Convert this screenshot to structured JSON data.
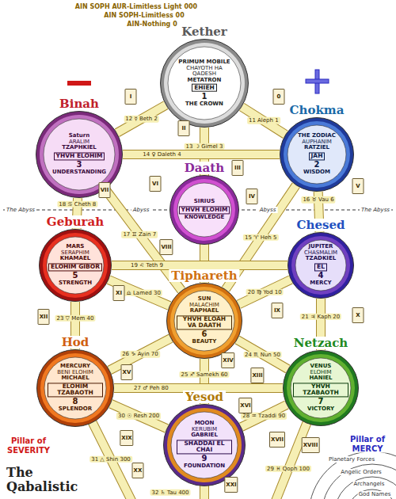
{
  "diagram": {
    "title": "The Qabalistic",
    "nodes": [
      {
        "text": [
          "Kether",
          "PRIMUM MOBILE",
          "CHAYOTH HA QADESH",
          "METATRON",
          "EHIEH",
          "1",
          "THE CROWN"
        ]
      },
      {
        "text": [
          "Binah",
          "Saturn",
          "ARALIM",
          "TZAPHKIEL",
          "YHVH ELOHIM",
          "3",
          "UNDERSTANDING"
        ]
      },
      {
        "text": [
          "Chokma",
          "THE ZODIAC",
          "AUPHANIM",
          "RATZIEL",
          "JAH",
          "2",
          "WISDOM"
        ]
      },
      {
        "text": [
          "Daath",
          "SIRIUS",
          "YHVH ELOHIM",
          "KNOWLEDGE"
        ]
      },
      {
        "text": [
          "Geburah",
          "MARS",
          "SERAPHIM",
          "KHAMAEL",
          "ELOHIM GIBOR",
          "5",
          "STRENGTH"
        ]
      },
      {
        "text": [
          "Chesed",
          "JUPITER",
          "CHASMALIM",
          "TZADKIEL",
          "EL",
          "4",
          "MERCY"
        ]
      },
      {
        "text": [
          "Tiphareth",
          "SUN",
          "MALACHIM",
          "RAPHAEL",
          "YHVH ELOAH VA DAATH",
          "6",
          "BEAUTY"
        ]
      },
      {
        "text": [
          "Hod",
          "MERCURY",
          "BENI ELOHIM",
          "MICHAEL",
          "ELOHIM TZABAOTH",
          "8",
          "SPLENDOR"
        ]
      },
      {
        "text": [
          "Netzach",
          "VENUS",
          "ELOHIM",
          "HANIEL",
          "YHVH TZABAOTH",
          "7",
          "VICTORY"
        ]
      },
      {
        "text": [
          "Yesod",
          "MOON",
          "KERUBIM",
          "GABRIEL",
          "SHADDAI EL CHAI",
          "9",
          "FOUNDATION"
        ]
      }
    ],
    "edges": [
      {
        "from": 0,
        "to": 2,
        "arrow": "none",
        "label": "11 Aleph 1"
      },
      {
        "from": 0,
        "to": 1,
        "arrow": "none",
        "label": "12 ☿ Beth 2"
      },
      {
        "from": 0,
        "to": 6,
        "arrow": "none",
        "label": "13 ☽ Gimel 3"
      },
      {
        "from": 1,
        "to": 2,
        "arrow": "none",
        "label": "14 ♀ Daleth 4"
      },
      {
        "from": 2,
        "to": 6,
        "arrow": "none",
        "label": "15 ♈ Heh 5"
      },
      {
        "from": 2,
        "to": 5,
        "arrow": "none",
        "label": "16 ♉ Vau 6"
      },
      {
        "from": 1,
        "to": 6,
        "arrow": "none",
        "label": "17 ♊ Zain 7"
      },
      {
        "from": 1,
        "to": 4,
        "arrow": "none",
        "label": "18 ♋ Cheth 8"
      },
      {
        "from": 4,
        "to": 5,
        "arrow": "none",
        "label": "19 ♌ Teth 9"
      },
      {
        "from": 5,
        "to": 6,
        "arrow": "none",
        "label": "20 ♍ Yod 10"
      },
      {
        "from": 5,
        "to": 8,
        "arrow": "none",
        "label": "21 ♃ Kaph 20"
      },
      {
        "from": 4,
        "to": 6,
        "arrow": "none",
        "label": "22 ♎ Lamed 30"
      },
      {
        "from": 4,
        "to": 7,
        "arrow": "none",
        "label": "23 ▽ Mem 40"
      },
      {
        "from": 6,
        "to": 8,
        "arrow": "none",
        "label": "24 ♏ Nun 50"
      },
      {
        "from": 6,
        "to": 9,
        "arrow": "none",
        "label": "25 ♐ Samekh 60"
      },
      {
        "from": 6,
        "to": 7,
        "arrow": "none",
        "label": "26 ♑ Ayin 70"
      },
      {
        "from": 7,
        "to": 8,
        "arrow": "none",
        "label": "27 ♂ Peh 80"
      },
      {
        "from": 8,
        "to": 9,
        "arrow": "none",
        "label": "28 ♒ Tzaddi 90"
      },
      {
        "from": 7,
        "to": 9,
        "arrow": "none",
        "label": "30 ☉ Resh 200"
      }
    ],
    "labels": [
      "AIN SOPH AUR-Limitless Light 000",
      "AIN SOPH-Limitless 00",
      "AIN-Nothing 0",
      "The Abyss",
      "Abyss",
      "Abyss",
      "The Abyss",
      "0",
      "I",
      "II",
      "III",
      "IV",
      "V",
      "VI",
      "VII",
      "VIII",
      "IX",
      "X",
      "XI",
      "XII",
      "XIII",
      "XIV",
      "XV",
      "XVI",
      "XVII",
      "XVIII",
      "XIX",
      "XX",
      "XXI",
      "29 ♓ Qoph 100",
      "31 △ Shin 300",
      "32 ♄ Tau 400",
      "Pillar of SEVERITY",
      "Pillar of MERCY"
    ],
    "legend": [
      {
        "text": "Planetary Forces"
      },
      {
        "text": "Angelic Orders"
      },
      {
        "text": "Archangels"
      },
      {
        "text": "God Names"
      }
    ]
  }
}
